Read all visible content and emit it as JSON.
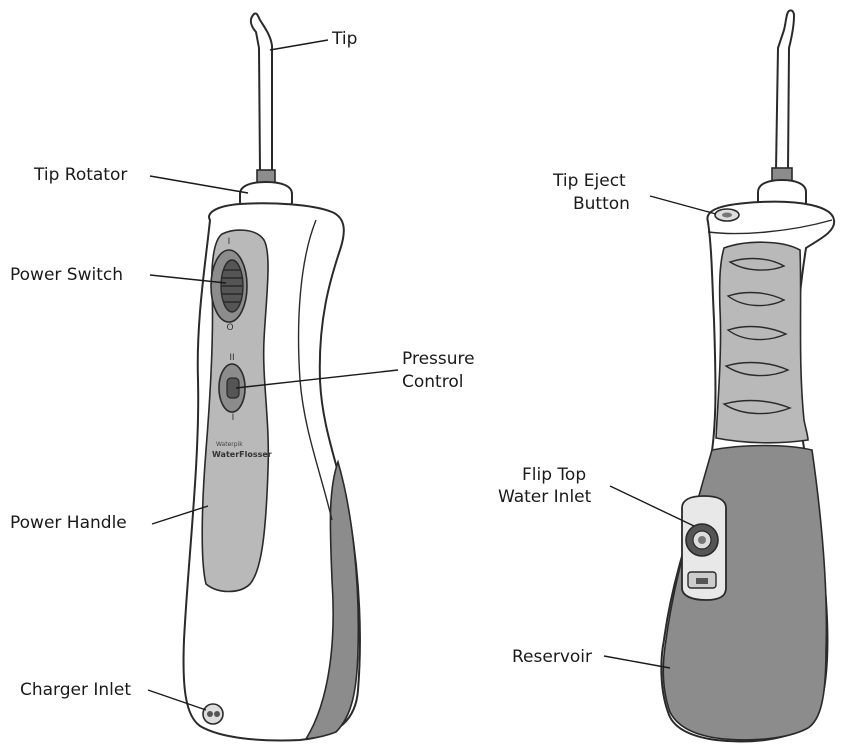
{
  "front_view": {
    "labels": {
      "tip": "Tip",
      "tip_rotator": "Tip Rotator",
      "power_switch": "Power Switch",
      "pressure_control_line1": "Pressure",
      "pressure_control_line2": "Control",
      "power_handle": "Power Handle",
      "charger_inlet": "Charger Inlet"
    },
    "switch_marks": {
      "on": "I",
      "off": "O",
      "high": "II",
      "low": "I"
    },
    "brand_line1": "Waterpik",
    "brand_line2": "WaterFlosser"
  },
  "back_view": {
    "labels": {
      "tip_eject_line1": "Tip Eject",
      "tip_eject_line2": "Button",
      "flip_top_line1": "Flip Top",
      "flip_top_line2": "Water Inlet",
      "reservoir": "Reservoir"
    }
  }
}
